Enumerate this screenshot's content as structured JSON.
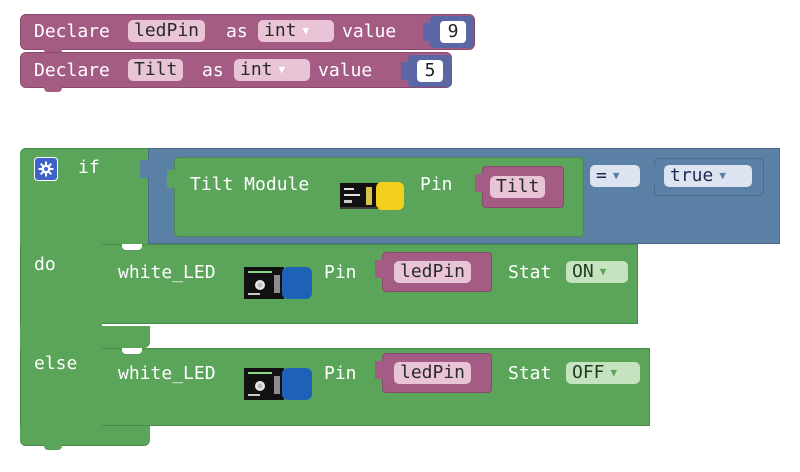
{
  "declare_block_1": {
    "keyword": "Declare",
    "var_name": "ledPin",
    "as_label": "as",
    "type": "int",
    "value_label": "value",
    "value": "9"
  },
  "declare_block_2": {
    "keyword": "Declare",
    "var_name": "Tilt",
    "as_label": "as",
    "type": "int",
    "value_label": "value",
    "value": "5"
  },
  "if_block": {
    "if_label": "if",
    "do_label": "do",
    "else_label": "else",
    "condition": {
      "sensor": {
        "label": "Tilt Module",
        "pin_label": "Pin",
        "pin_var": "Tilt"
      },
      "operator": "=",
      "value": "true"
    },
    "do_action": {
      "label": "white_LED",
      "pin_label": "Pin",
      "pin_var": "ledPin",
      "stat_label": "Stat",
      "stat_value": "ON"
    },
    "else_action": {
      "label": "white_LED",
      "pin_label": "Pin",
      "pin_var": "ledPin",
      "stat_label": "Stat",
      "stat_value": "OFF"
    }
  },
  "colors": {
    "declare_block": "#a55c84",
    "number_block": "#5b67a5",
    "logic_block": "#5b80a5",
    "sensor_block": "#5ba55b",
    "variable_block": "#a55b80"
  },
  "icons": {
    "if_settings": "gear-icon",
    "sensor_image": "tilt-module-image",
    "led_image": "led-module-image"
  }
}
